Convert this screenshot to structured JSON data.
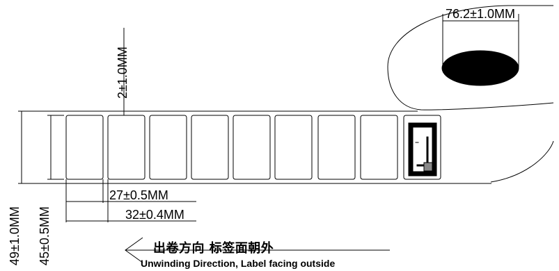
{
  "dimensions": {
    "core_diameter": "76.2±1.0MM",
    "label_gap": "2±1.0MM",
    "label_width": "27±0.5MM",
    "label_pitch": "32±0.4MM",
    "liner_width": "49±1.0MM",
    "label_height": "45±0.5MM"
  },
  "direction": {
    "chinese": "出卷方向 标签面朝外",
    "english": "Unwinding Direction, Label facing outside"
  },
  "labels": {
    "count": 9
  }
}
